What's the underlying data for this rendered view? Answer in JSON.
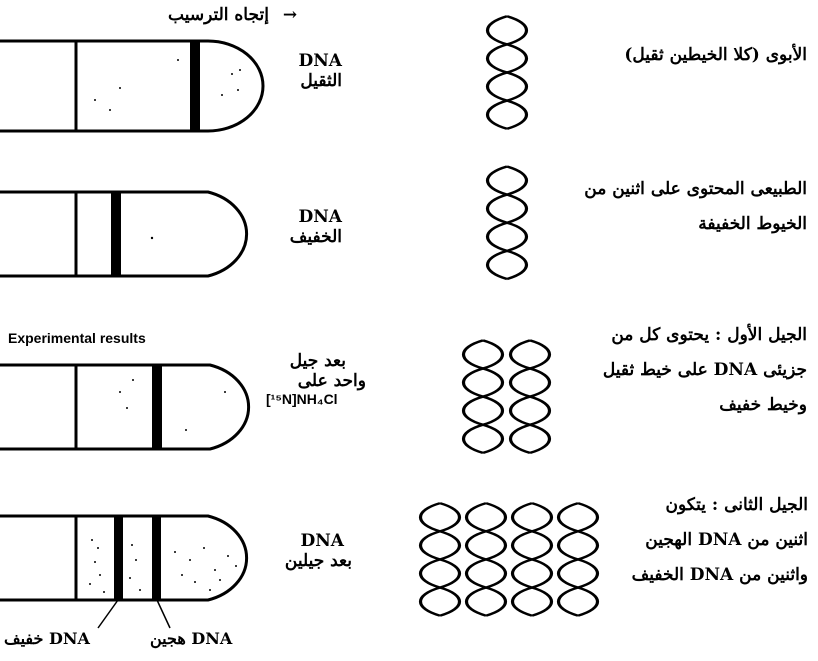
{
  "direction_label": "إتجاه الترسيب",
  "direction_arrow": "→",
  "experimental_results": "Experimental results",
  "tubes": [
    {
      "label_line1": "DNA",
      "label_line2": "الثقيل"
    },
    {
      "label_line1": "DNA",
      "label_line2": "الخفيف"
    },
    {
      "label_line1": "بعد جيل",
      "label_line2": "واحد على",
      "label_line3": "[¹⁵N]NH₄Cl"
    },
    {
      "label_line1": "DNA",
      "label_line2": "بعد جيلين"
    }
  ],
  "bottom_labels": {
    "light": "DNA خفيف",
    "hybrid": "DNA هجين"
  },
  "descriptions": [
    {
      "lines": [
        "الأبوى (كلا الخيطين ثقيل)"
      ]
    },
    {
      "lines": [
        "الطبيعى المحتوى على اثنين من",
        "الخيوط الخفيفة"
      ]
    },
    {
      "lines": [
        "الجيل الأول : يحتوى كل من",
        "جزيئى DNA على خيط ثقيل",
        "وخيط خفيف"
      ]
    },
    {
      "lines": [
        "الجيل الثانى : يتكون",
        "اثنين من DNA الهجين",
        "واثنين من DNA الخفيف"
      ]
    }
  ]
}
